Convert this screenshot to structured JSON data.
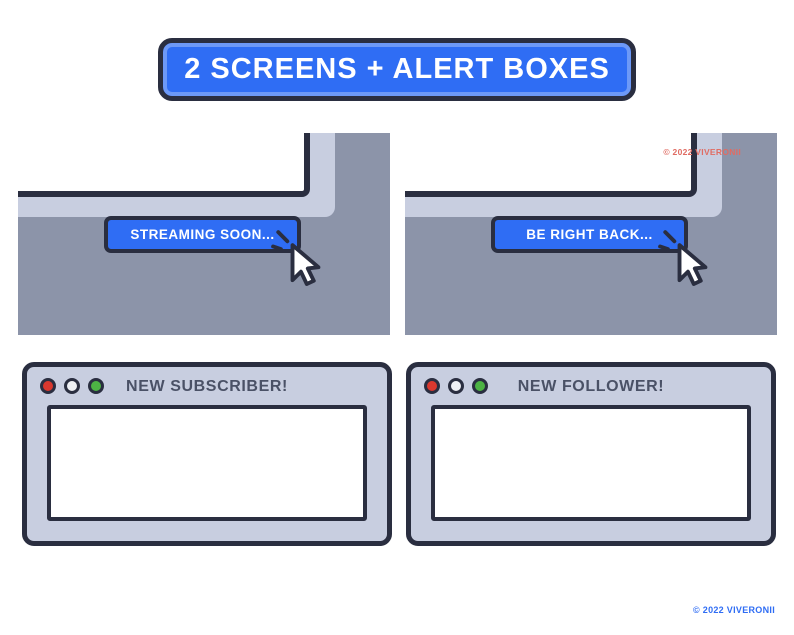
{
  "banner": {
    "title": "2 SCREENS + ALERT BOXES"
  },
  "screens": [
    {
      "name": "streaming-soon-screen",
      "button_label": "STREAMING SOON..."
    },
    {
      "name": "be-right-back-screen",
      "button_label": "BE RIGHT BACK...",
      "watermark": "© 2022 VIVERONII"
    }
  ],
  "alert_boxes": [
    {
      "title": "NEW SUBSCRIBER!"
    },
    {
      "title": "NEW FOLLOWER!"
    }
  ],
  "window_controls": [
    {
      "icon": "traffic-light-red-icon",
      "color": "#d9382f"
    },
    {
      "icon": "traffic-light-white-icon",
      "color": "#eef0f4"
    },
    {
      "icon": "traffic-light-green-icon",
      "color": "#4db344"
    }
  ],
  "footer": {
    "copyright": "© 2022 VIVERONII"
  },
  "colors": {
    "accent_blue": "#2f6df4",
    "outline": "#2a2e40",
    "slate": "#8c94a9",
    "panel_light": "#c8cee0",
    "traffic_red": "#d9382f",
    "traffic_white": "#eef0f4",
    "traffic_green": "#4db344",
    "watermark_red": "#e06c63",
    "title_gray": "#4a5166"
  }
}
